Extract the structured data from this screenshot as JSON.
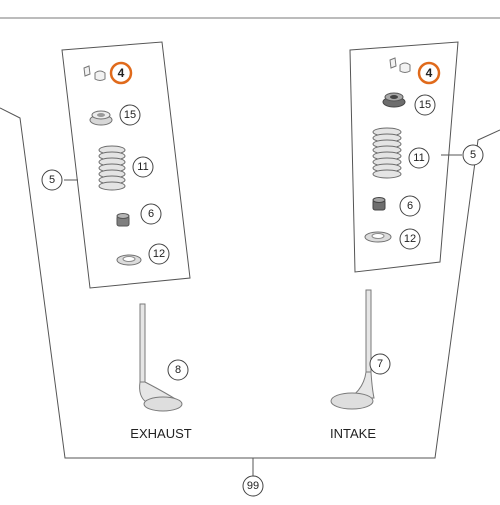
{
  "diagram": {
    "colors": {
      "line": "#555555",
      "part_fill": "#e2e2e2",
      "part_stroke": "#7a7a7a",
      "highlight": "#e06a1b"
    },
    "callouts": {
      "left_keepers": "4",
      "left_retainer": "15",
      "left_assembly": "5",
      "left_spring": "11",
      "left_seal": "6",
      "left_seat": "12",
      "exhaust_valve": "8",
      "right_keepers": "4",
      "right_retainer": "15",
      "right_assembly": "5",
      "right_spring": "11",
      "right_seal": "6",
      "right_seat": "12",
      "intake_valve": "7",
      "kit": "99"
    },
    "highlighted_part": "4",
    "labels": {
      "exhaust": "EXHAUST",
      "intake": "INTAKE"
    }
  }
}
